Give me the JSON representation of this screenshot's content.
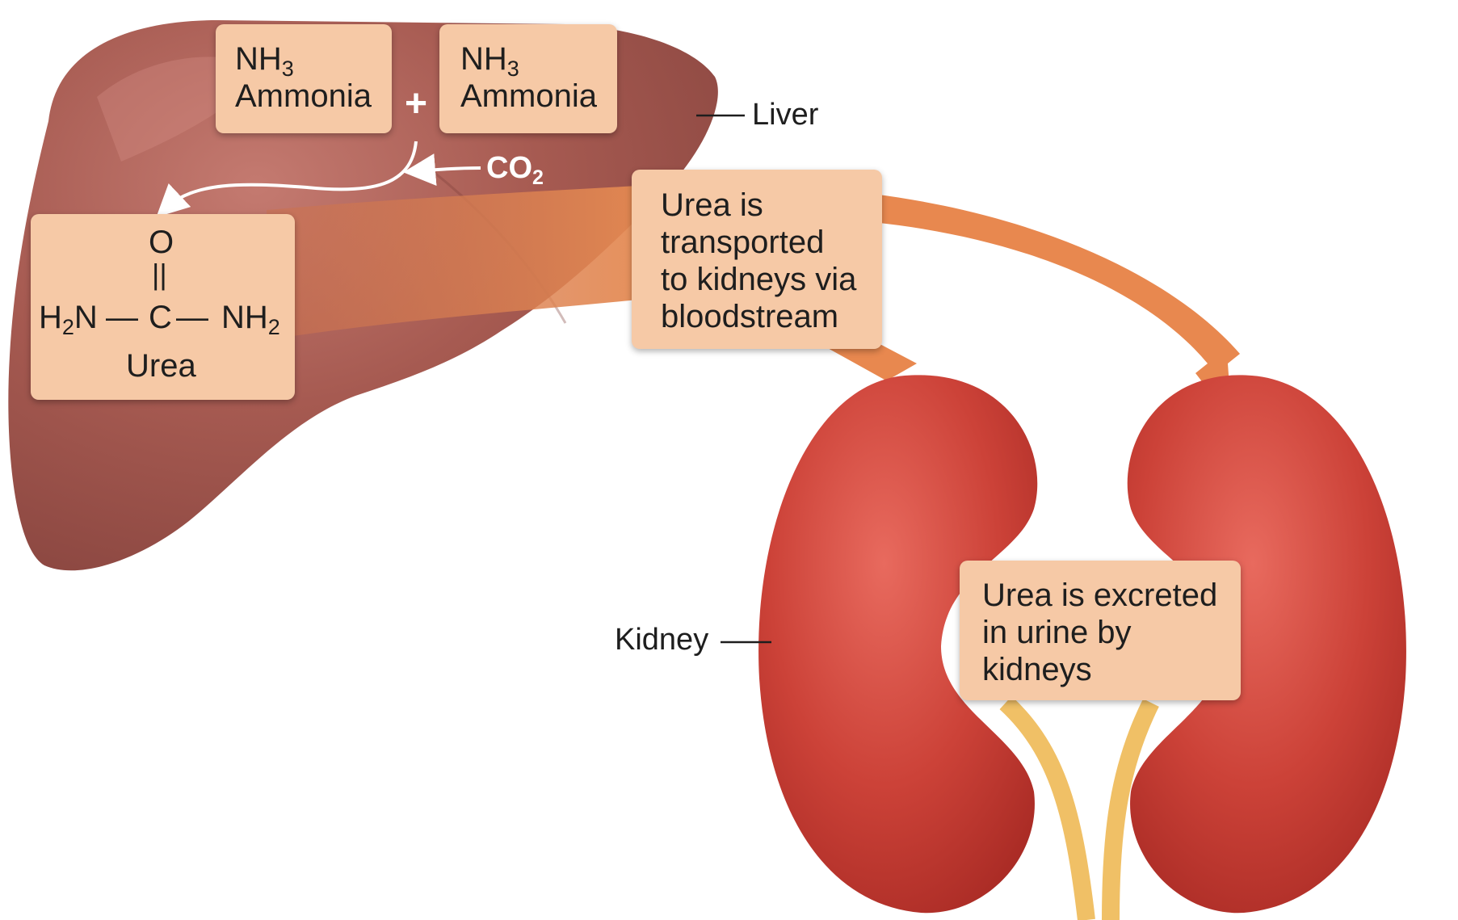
{
  "ammonia_left": {
    "formula": "NH",
    "subscript": "3",
    "name": "Ammonia"
  },
  "ammonia_right": {
    "formula": "NH",
    "subscript": "3",
    "name": "Ammonia"
  },
  "plus_sign": "+",
  "co2": {
    "formula": "CO",
    "subscript": "2"
  },
  "urea_molecule": {
    "oxygen": "O",
    "double_bond": "||",
    "left_group": "H",
    "left_group_sub": "2",
    "left_group_tail": "N",
    "bond_left": "—",
    "carbon": "C",
    "bond_right": "—",
    "right_group": "NH",
    "right_group_sub": "2",
    "name": "Urea"
  },
  "transport_box": [
    "Urea is",
    "transported",
    "to kidneys via",
    "bloodstream"
  ],
  "excretion_box": [
    "Urea is excreted",
    "in urine by",
    "kidneys"
  ],
  "labels": {
    "liver": "Liver",
    "kidney": "Kidney"
  },
  "colors": {
    "liver": "#a3574f",
    "kidney": "#c63b32",
    "label_box": "#f6c9a6",
    "arrow": "#e8884f",
    "ureter": "#f0c066"
  }
}
